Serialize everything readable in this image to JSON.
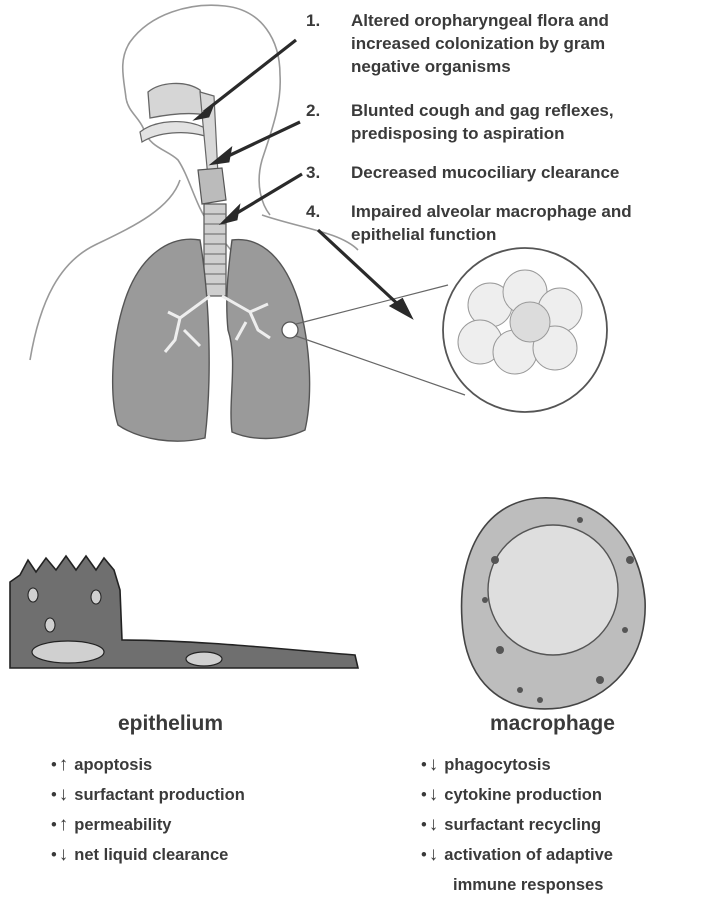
{
  "factors": [
    {
      "num": "1.",
      "lines": [
        "Altered oropharyngeal flora and",
        "increased colonization by gram",
        "negative organisms"
      ]
    },
    {
      "num": "2.",
      "lines": [
        "Blunted cough and gag reflexes,",
        "predisposing to aspiration"
      ]
    },
    {
      "num": "3.",
      "lines": [
        "Decreased mucociliary clearance"
      ]
    },
    {
      "num": "4.",
      "lines": [
        "Impaired alveolar macrophage and",
        "epithelial function"
      ]
    }
  ],
  "epithelium": {
    "heading": "epithelium",
    "items": [
      {
        "bullet": "•",
        "arrow": "↑",
        "text": "apoptosis"
      },
      {
        "bullet": "•",
        "arrow": "↓",
        "text": "surfactant production"
      },
      {
        "bullet": "•",
        "arrow": "↑",
        "text": "permeability"
      },
      {
        "bullet": "•",
        "arrow": "↓",
        "text": "net liquid clearance"
      }
    ]
  },
  "macrophage": {
    "heading": "macrophage",
    "items": [
      {
        "bullet": "•",
        "arrow": "↓",
        "text": "phagocytosis"
      },
      {
        "bullet": "•",
        "arrow": "↓",
        "text": "cytokine production"
      },
      {
        "bullet": "•",
        "arrow": "↓",
        "text": "surfactant recycling"
      },
      {
        "bullet": "•",
        "arrow": "↓",
        "text": "activation of adaptive"
      }
    ],
    "continuation": "immune responses"
  },
  "colors": {
    "text": "#3a3a3a",
    "lung": "#9a9a9a",
    "cell": "#707070",
    "outline": "#555555"
  }
}
